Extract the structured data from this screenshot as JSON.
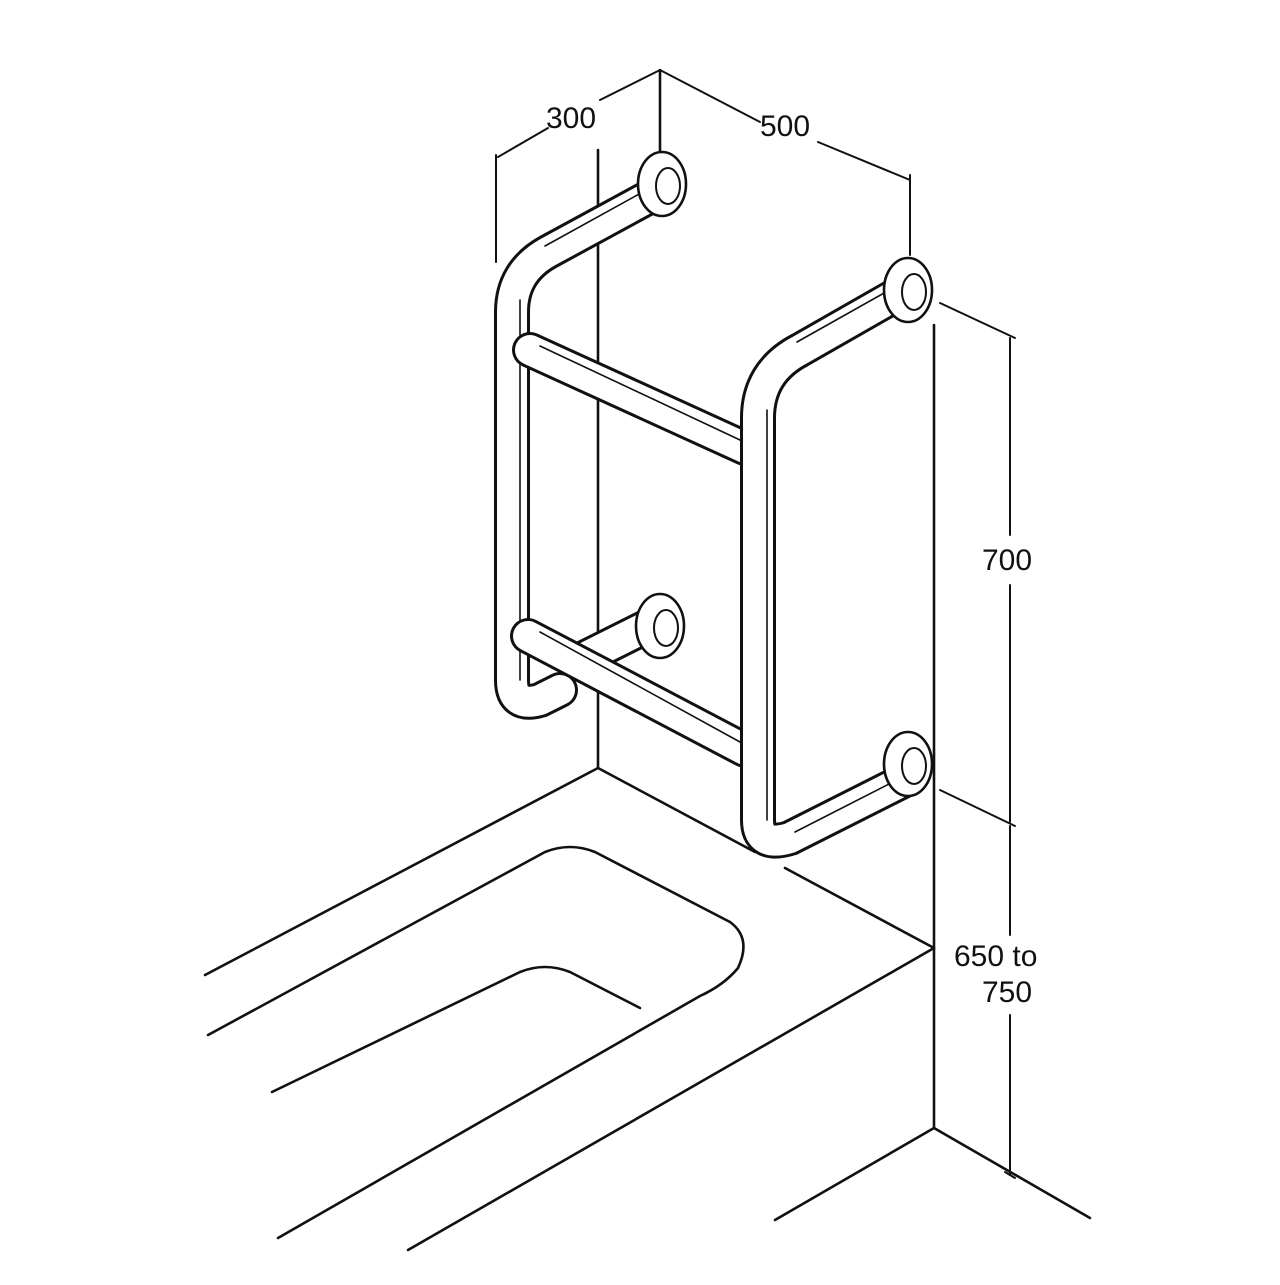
{
  "diagram": {
    "dimensions": {
      "wall_depth": "300",
      "rail_width": "500",
      "rail_height": "700",
      "mount_height_line1": "650 to",
      "mount_height_line2": "750"
    },
    "colors": {
      "ink": "#111111",
      "background": "#ffffff"
    }
  }
}
